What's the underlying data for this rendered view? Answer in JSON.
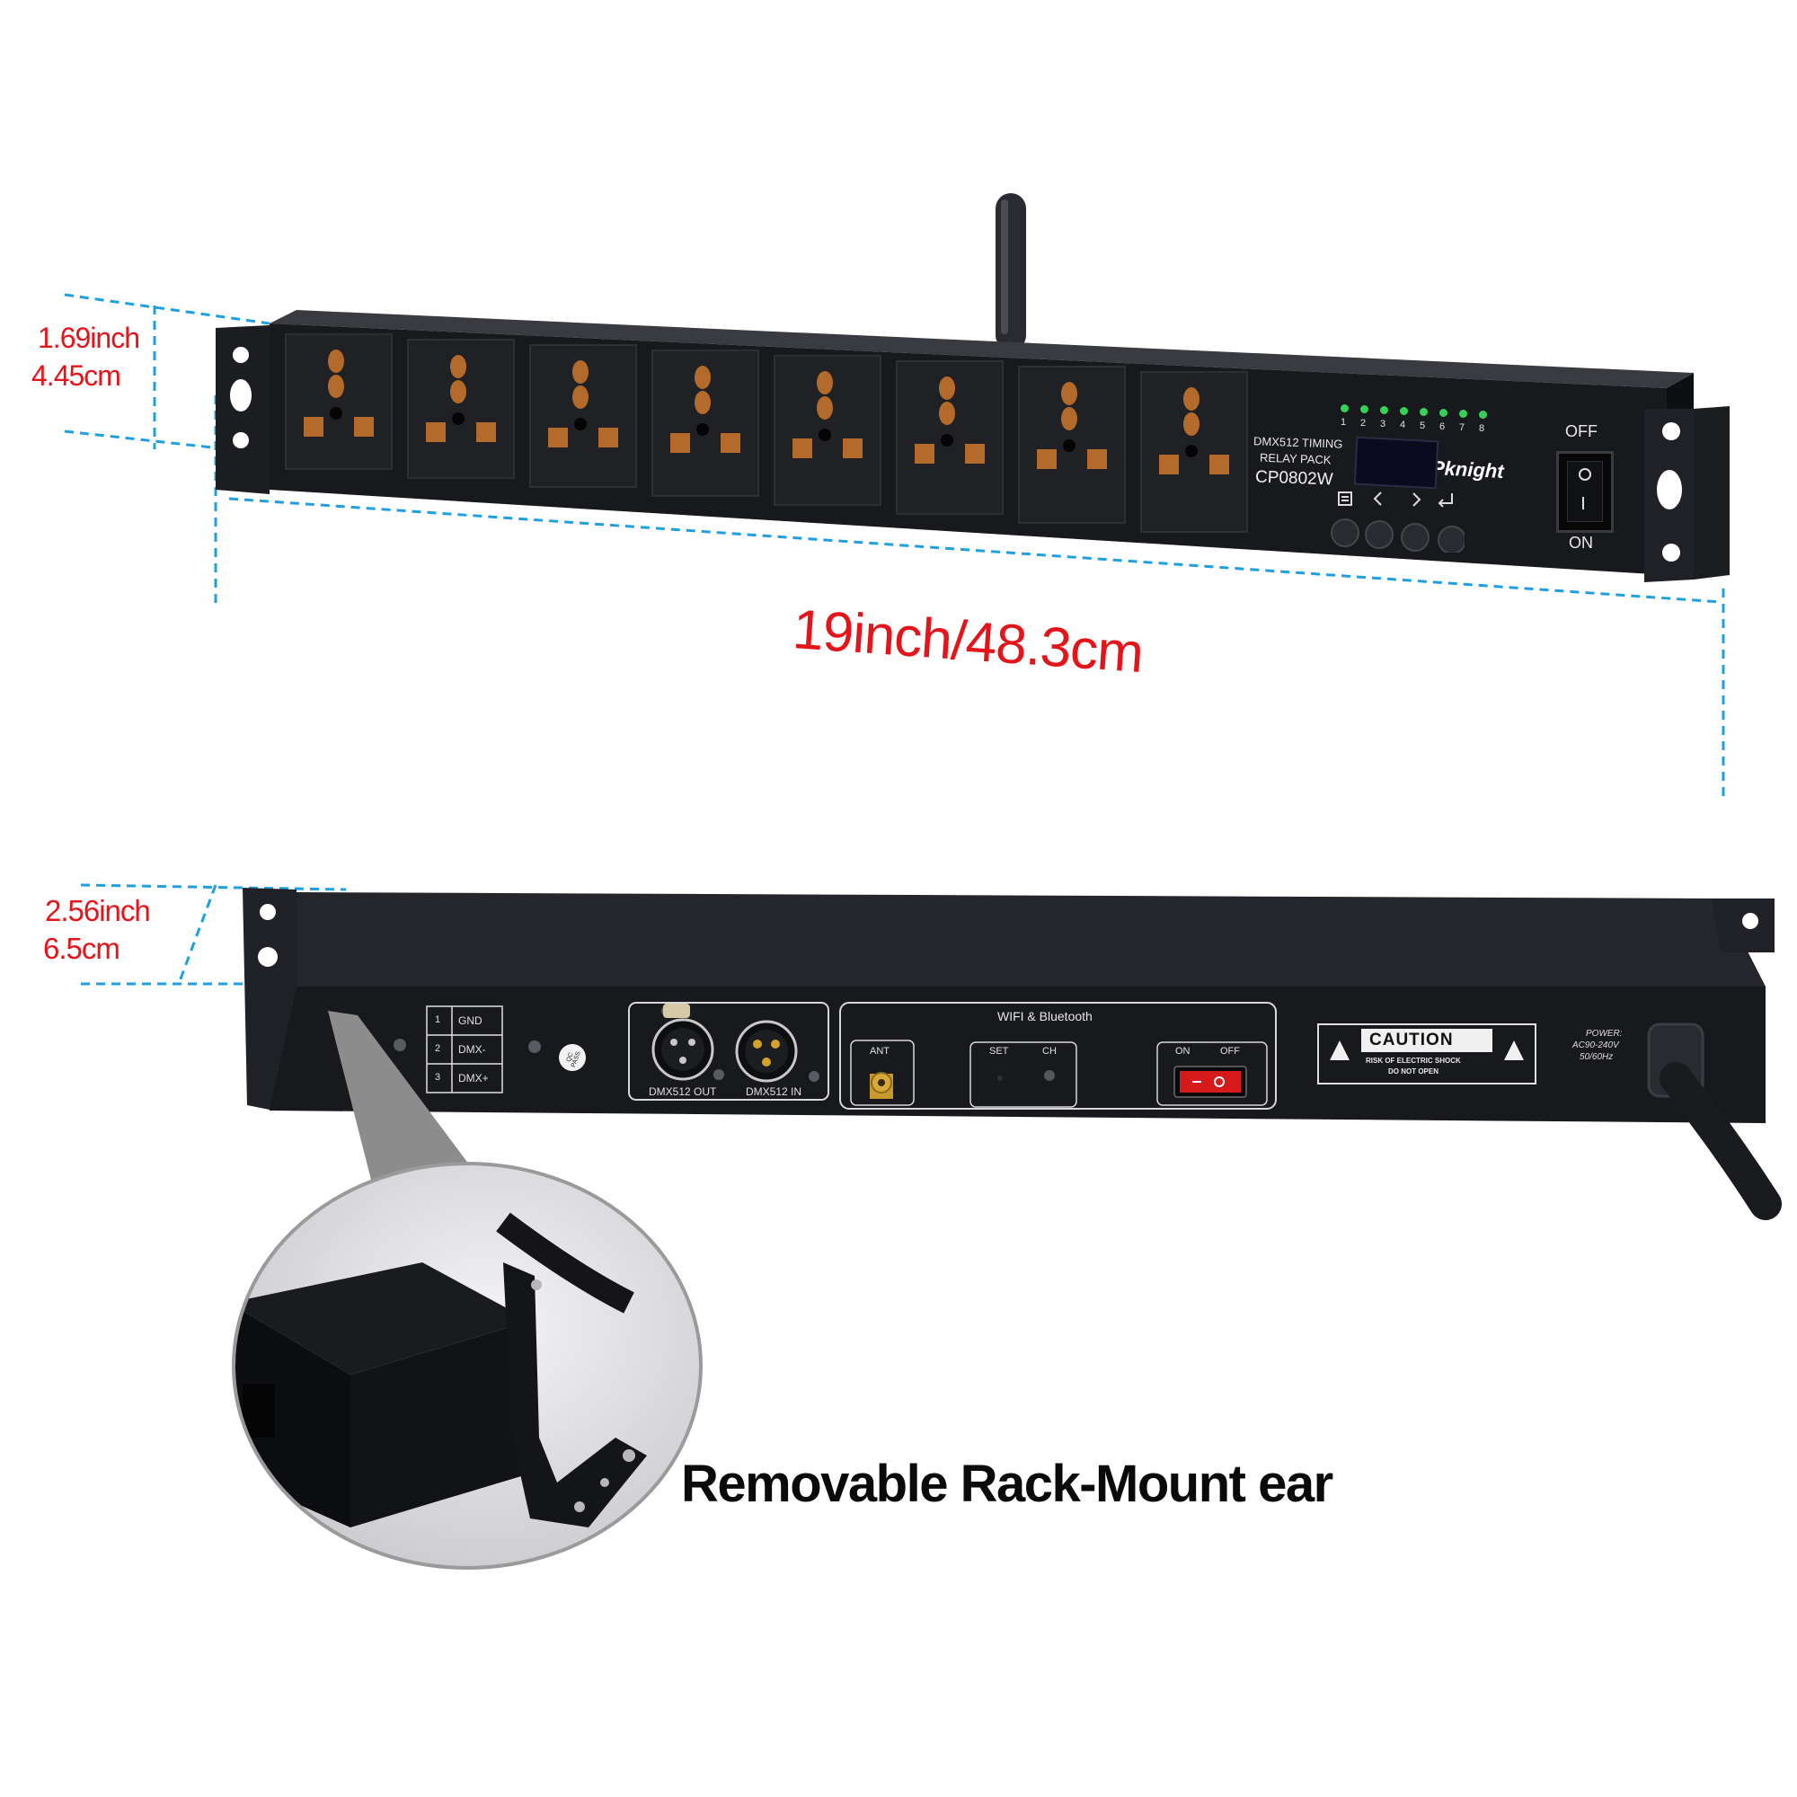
{
  "dimensions": {
    "height_front_in": "1.69inch",
    "height_front_cm": "4.45cm",
    "width": "19inch/48.3cm",
    "depth_in": "2.56inch",
    "depth_cm": "6.5cm"
  },
  "front_panel": {
    "outlet_count": 8,
    "model_line1": "DMX512 TIMING",
    "model_line2": "RELAY PACK",
    "model_code": "CP0802W",
    "brand": "Pknight",
    "led_numbers": [
      "1",
      "2",
      "3",
      "4",
      "5",
      "6",
      "7",
      "8"
    ],
    "switch_off": "OFF",
    "switch_on": "ON",
    "buttons": [
      "menu-icon",
      "chevron-left-icon",
      "chevron-right-icon",
      "enter-icon"
    ]
  },
  "rear_panel": {
    "pin_table": [
      {
        "pin": "1",
        "label": "GND"
      },
      {
        "pin": "2",
        "label": "DMX-"
      },
      {
        "pin": "3",
        "label": "DMX+"
      }
    ],
    "qc_sticker": "QC PASS",
    "dmx_out": "DMX512 OUT",
    "dmx_in": "DMX512 IN",
    "wifi_title": "WIFI & Bluetooth",
    "ant": "ANT",
    "set": "SET",
    "ch": "CH",
    "on": "ON",
    "off": "OFF",
    "caution": "CAUTION",
    "caution_line1": "RISK OF ELECTRIC SHOCK",
    "caution_line2": "DO NOT OPEN",
    "power_l1": "POWER:",
    "power_l2": "AC90-240V",
    "power_l3": "50/60Hz"
  },
  "caption": "Removable Rack-Mount ear",
  "colors": {
    "dimension_text": "#e3151b",
    "dimension_lines": "#1ea0e0",
    "chassis": "#1b1c20",
    "led_green": "#36d05a",
    "rocker_red": "#d41a1a"
  }
}
